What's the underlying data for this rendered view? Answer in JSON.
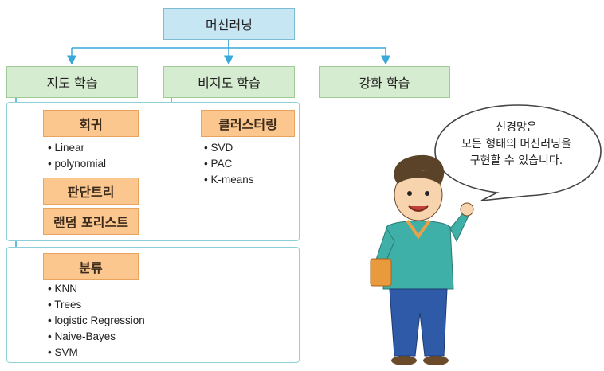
{
  "root": {
    "label": "머신러닝"
  },
  "categories": {
    "supervised": "지도 학습",
    "unsupervised": "비지도 학습",
    "reinforcement": "강화 학습"
  },
  "supervised_algorithms": {
    "regression": {
      "label": "회귀",
      "items": [
        "Linear",
        "polynomial"
      ]
    },
    "decision_tree": {
      "label": "판단트리"
    },
    "random_forest": {
      "label": "랜덤 포리스트"
    },
    "classification": {
      "label": "분류",
      "items": [
        "KNN",
        "Trees",
        "logistic Regression",
        "Naive-Bayes",
        "SVM"
      ]
    }
  },
  "unsupervised_algorithms": {
    "clustering": {
      "label": "클러스터링",
      "items": [
        "SVD",
        "PAC",
        "K-means"
      ]
    }
  },
  "speech_bubble": {
    "lines": [
      "신경망은",
      "모든 형태의 머신러닝을",
      "구현할 수 있습니다."
    ]
  },
  "colors": {
    "root_fill": "#c6e6f3",
    "category_fill": "#d6ecd0",
    "algorithm_fill": "#fbc78f",
    "panel_border": "#8fd0d8",
    "arrow": "#3aa8d8"
  }
}
